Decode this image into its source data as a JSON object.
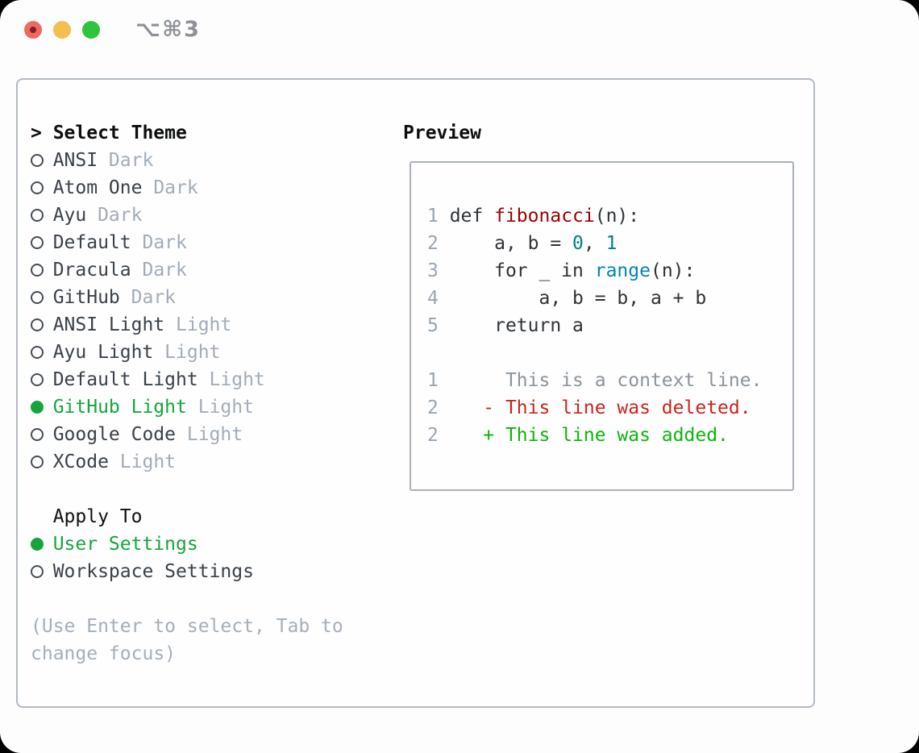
{
  "titlebar": {
    "title": "⌥⌘3"
  },
  "left": {
    "prompt": ">",
    "header": "Select Theme",
    "themes": [
      {
        "name": "ANSI",
        "variant": "Dark",
        "selected": false
      },
      {
        "name": "Atom One",
        "variant": "Dark",
        "selected": false
      },
      {
        "name": "Ayu",
        "variant": "Dark",
        "selected": false
      },
      {
        "name": "Default",
        "variant": "Dark",
        "selected": false
      },
      {
        "name": "Dracula",
        "variant": "Dark",
        "selected": false
      },
      {
        "name": "GitHub",
        "variant": "Dark",
        "selected": false
      },
      {
        "name": "ANSI Light",
        "variant": "Light",
        "selected": false
      },
      {
        "name": "Ayu Light",
        "variant": "Light",
        "selected": false
      },
      {
        "name": "Default Light",
        "variant": "Light",
        "selected": false
      },
      {
        "name": "GitHub Light",
        "variant": "Light",
        "selected": true
      },
      {
        "name": "Google Code",
        "variant": "Light",
        "selected": false
      },
      {
        "name": "XCode",
        "variant": "Light",
        "selected": false
      }
    ],
    "apply_header": "Apply To",
    "apply_options": [
      {
        "label": "User Settings",
        "selected": true
      },
      {
        "label": "Workspace Settings",
        "selected": false
      }
    ],
    "hint_line1": "(Use Enter to select, Tab to",
    "hint_line2": "change focus)"
  },
  "preview": {
    "title": "Preview",
    "code_lines": [
      {
        "num": "1",
        "pre": " def ",
        "accent": "fibonacci",
        "post": "(n):"
      },
      {
        "num": "2",
        "pre": "     a, b = ",
        "lit1": "0",
        "mid": ", ",
        "lit2": "1"
      },
      {
        "num": "3",
        "pre": "     for _ in ",
        "builtin": "range",
        "post": "(n):"
      },
      {
        "num": "4",
        "text": "         a, b = b, a + b"
      },
      {
        "num": "5",
        "text": "     return a"
      }
    ],
    "diff_lines": [
      {
        "num": "1",
        "text": "      This is a context line."
      },
      {
        "num": "2",
        "text": "    - This line was deleted."
      },
      {
        "num": "2",
        "text": "    + This line was added."
      }
    ]
  },
  "colors": {
    "selected_green": "#16a53c",
    "diff_added": "#0bb60b",
    "diff_deleted": "#c9261b",
    "function_red": "#990000",
    "number_teal": "#008080",
    "builtin_blue": "#0086b3",
    "line_number_gray": "#9aa5b3",
    "muted_gray": "#a2acb8",
    "traffic_red": "#ee6a5e",
    "traffic_yellow": "#f5bf4f",
    "traffic_green": "#2fc440"
  }
}
